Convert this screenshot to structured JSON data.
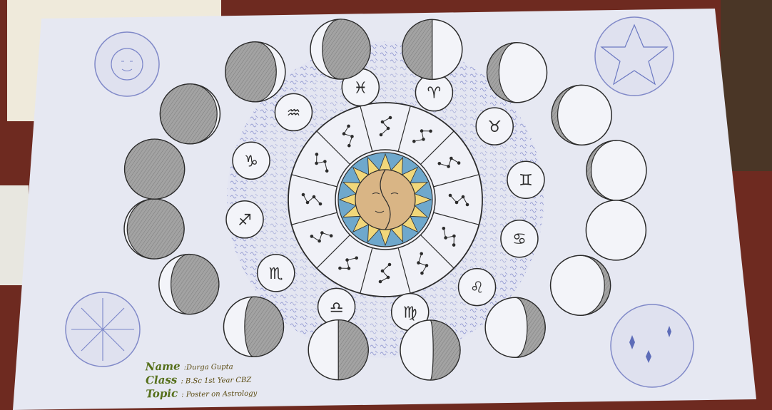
{
  "image": {
    "subject": "hand-drawn astrology poster",
    "colors": {
      "table": "#6e2a20",
      "paper": "#e6e8f2",
      "ink": "#2b2b2b",
      "shade": "#9a9a9a",
      "sun_face": "#d9b585",
      "sun_ring": "#6fa8cc",
      "pen_blue": "#7b86c9",
      "label_green": "#556f1a"
    }
  },
  "zodiac_glyphs": [
    "♓",
    "♈",
    "♉",
    "♊",
    "♋",
    "♌",
    "♍",
    "♎",
    "♏",
    "♐",
    "♑",
    "♒"
  ],
  "moon_phases": [
    {
      "lit": 0.2,
      "side": "right"
    },
    {
      "lit": 0.5,
      "side": "left"
    },
    {
      "lit": 0.8,
      "side": "left"
    },
    {
      "lit": 0.9,
      "side": "left"
    },
    {
      "lit": 0.92,
      "side": "left"
    },
    {
      "lit": 1.0,
      "side": "left"
    },
    {
      "lit": 0.9,
      "side": "right"
    },
    {
      "lit": 0.7,
      "side": "right"
    },
    {
      "lit": 0.55,
      "side": "right"
    },
    {
      "lit": 0.5,
      "side": "right"
    },
    {
      "lit": 0.35,
      "side": "right"
    },
    {
      "lit": 0.2,
      "side": "right"
    },
    {
      "lit": 0.05,
      "side": "right"
    },
    {
      "lit": 0.0,
      "side": "right"
    },
    {
      "lit": 0.05,
      "side": "left"
    },
    {
      "lit": 0.15,
      "side": "left"
    }
  ],
  "poster_label": {
    "name_key": "Name",
    "name_value": ":Durga Gupta",
    "class_key": "Class",
    "class_value": ": B.Sc 1st Year CBZ",
    "topic_key": "Topic",
    "topic_value": ": Poster on Astrology"
  }
}
